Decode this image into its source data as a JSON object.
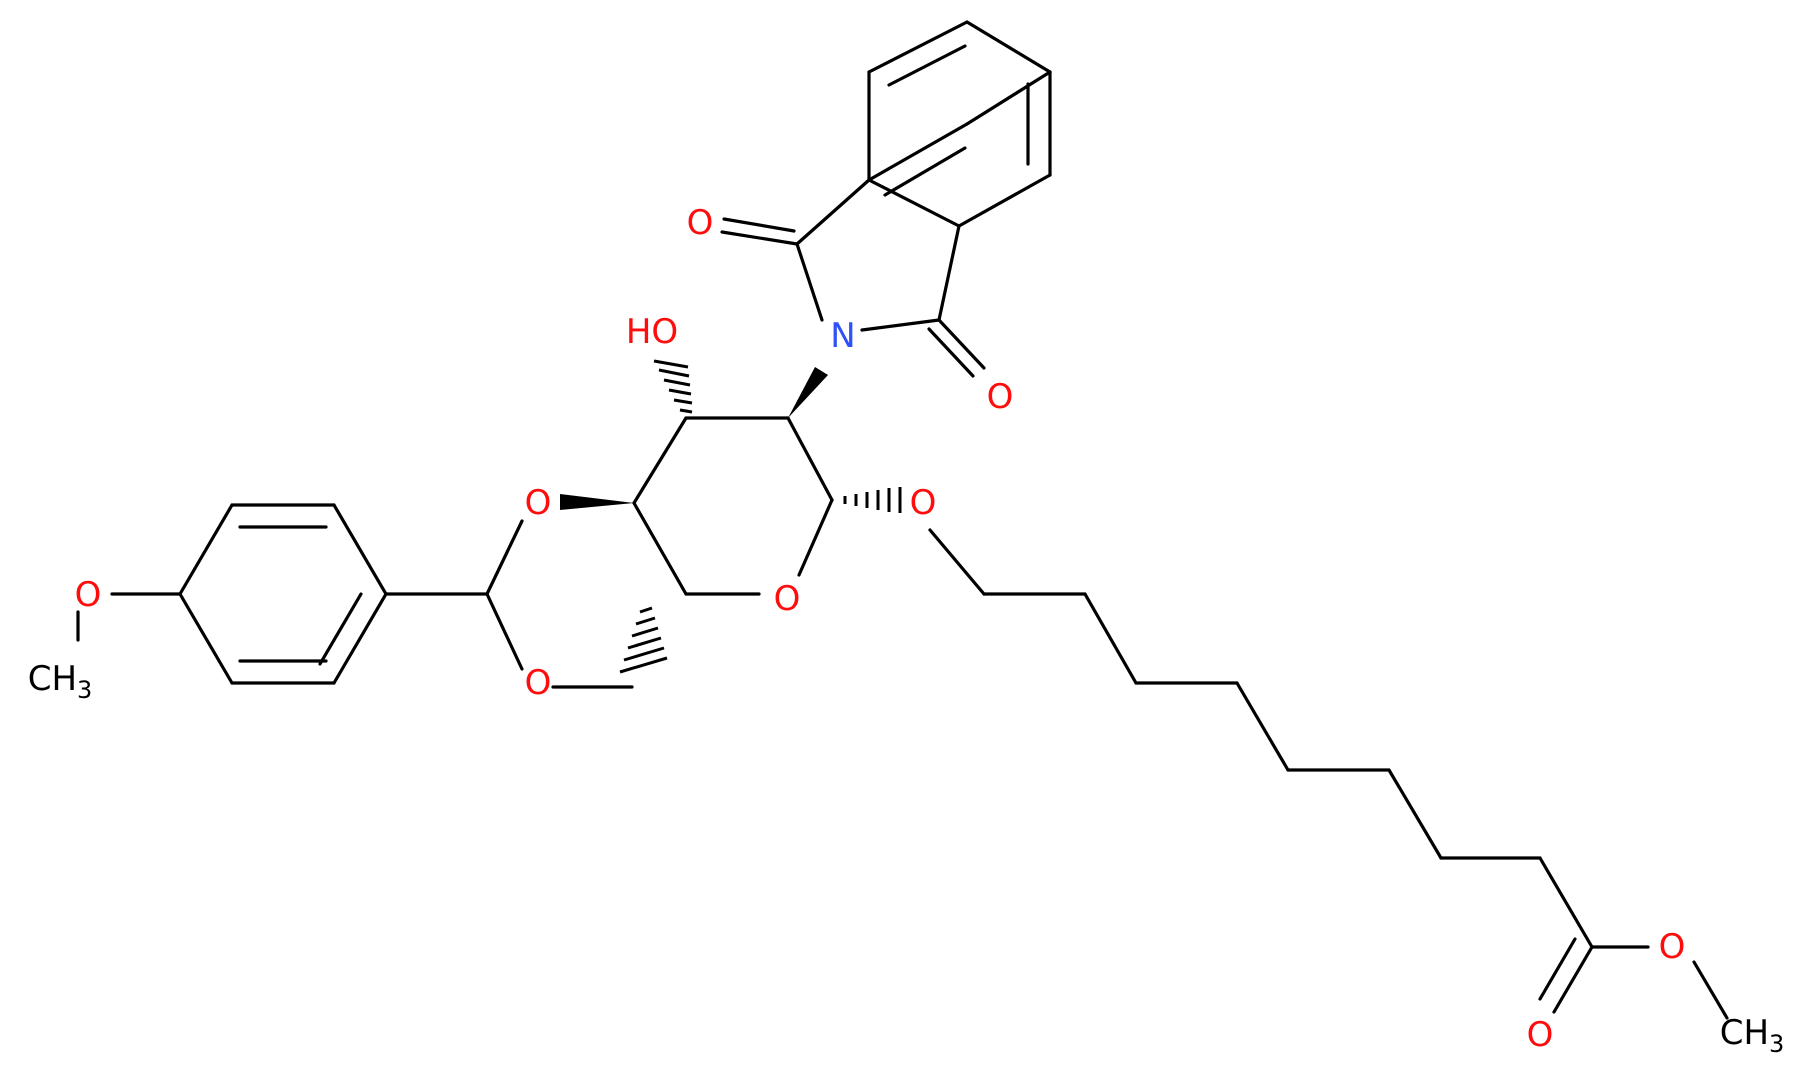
{
  "colors": {
    "bond": "#000000",
    "oxygen": "#ff0d0d",
    "nitrogen": "#3050f8",
    "carbon_label": "#000000"
  },
  "labels": {
    "imide_o_top": "O",
    "imide_o_bottom": "O",
    "imide_n": "N",
    "hydroxyl": "HO",
    "dioxane_o_top": "O",
    "dioxane_o_bottom": "O",
    "ring_o": "O",
    "glycoside_o": "O",
    "methoxy_o": "O",
    "methoxy_ch3_main": "CH",
    "methoxy_ch3_sub": "3",
    "ester_o_single": "O",
    "ester_o_carbonyl": "O",
    "ester_ch3_main": "CH",
    "ester_ch3_sub": "3"
  }
}
